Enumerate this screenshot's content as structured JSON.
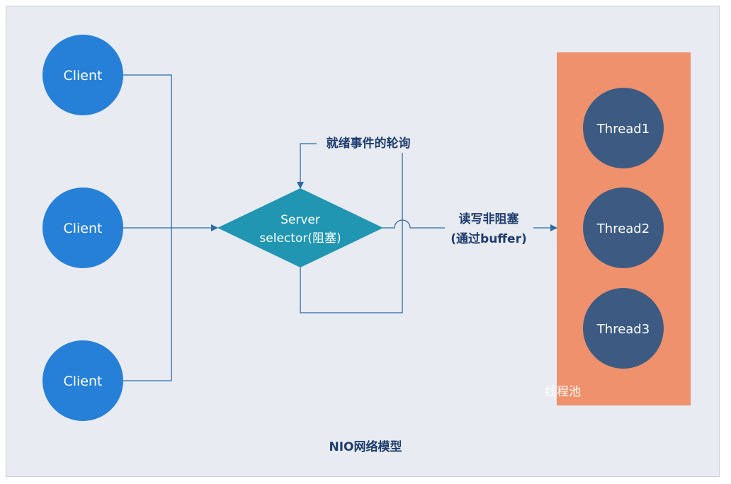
{
  "colors": {
    "background": "#e8ebf1",
    "client": "#2680d8",
    "server": "#2196b2",
    "thread": "#3d5b82",
    "pool": "#ee916c",
    "line": "#2c6aa6",
    "text_dark": "#1f3d6e",
    "text_light": "#ffffff"
  },
  "clients": [
    {
      "label": "Client"
    },
    {
      "label": "Client"
    },
    {
      "label": "Client"
    }
  ],
  "server": {
    "line1": "Server",
    "line2": "selector(阻塞)"
  },
  "poll_label": "就绪事件的轮询",
  "rw_label": {
    "line1": "读写非阻塞",
    "line2": "(通过buffer)"
  },
  "thread_pool": {
    "label": "线程池",
    "threads": [
      {
        "label": "Thread1"
      },
      {
        "label": "Thread2"
      },
      {
        "label": "Thread3"
      }
    ]
  },
  "caption": "NIO网络模型"
}
